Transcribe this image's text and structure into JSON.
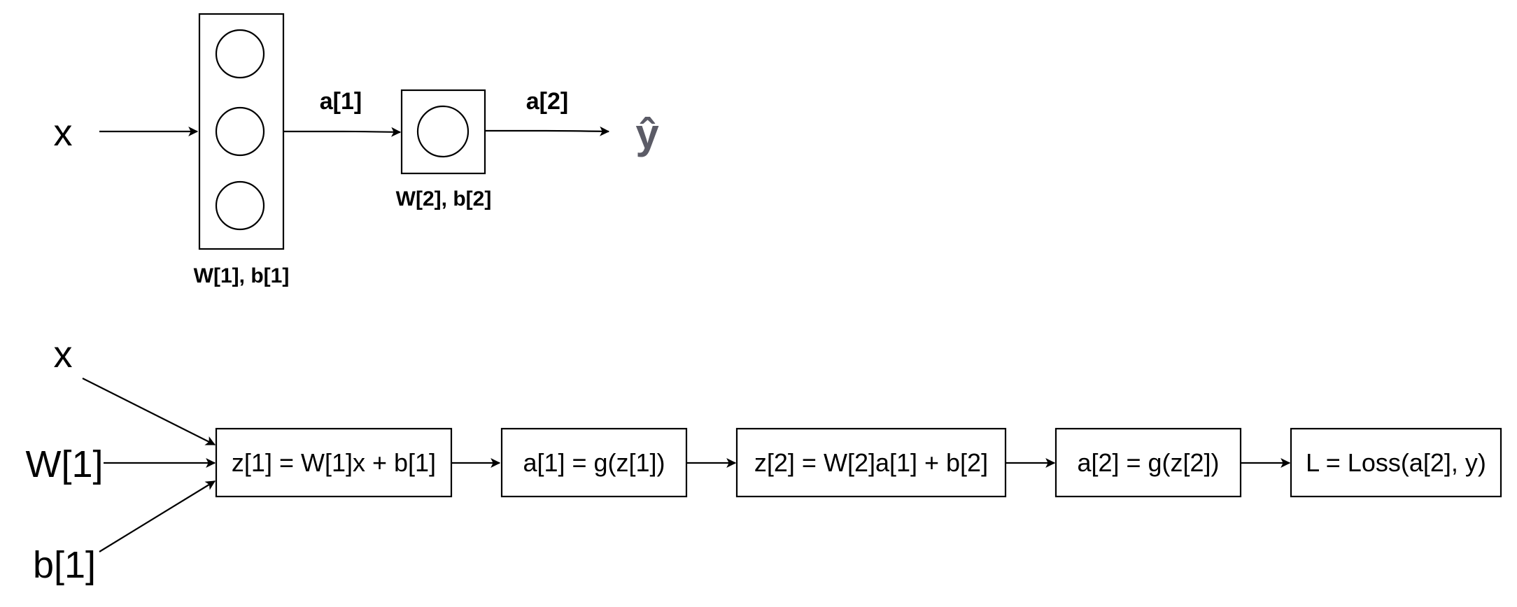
{
  "network": {
    "input_label": "x",
    "layer1_params": "W[1], b[1]",
    "layer2_params": "W[2], b[2]",
    "edge_a1": "a[1]",
    "edge_a2": "a[2]",
    "output_label": "ŷ"
  },
  "computation_graph": {
    "inputs": {
      "x": "x",
      "w1": "W[1]",
      "b1": "b[1]"
    },
    "nodes": [
      "z[1] = W[1]x + b[1]",
      "a[1] = g(z[1])",
      "z[2] = W[2]a[1] + b[2]",
      "a[2] = g(z[2])",
      "L = Loss(a[2], y)"
    ]
  }
}
